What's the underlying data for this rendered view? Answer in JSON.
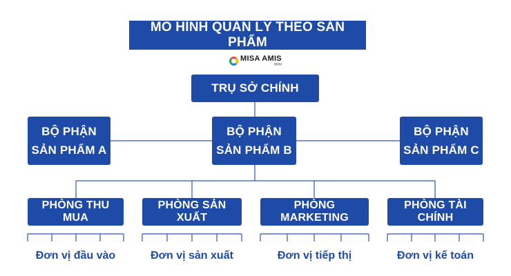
{
  "title": "MÔ HÌNH QUẢN LÝ THEO SẢN PHẨM",
  "logo": {
    "name": "MISA AMIS",
    "sub": "HRM"
  },
  "headquarters": "TRỤ SỞ CHÍNH",
  "departments": [
    {
      "line1": "BỘ PHẬN",
      "line2": "SẢN PHẨM A"
    },
    {
      "line1": "BỘ PHẬN",
      "line2": "SẢN PHẨM B"
    },
    {
      "line1": "BỘ PHẬN",
      "line2": "SẢN PHẨM C"
    }
  ],
  "offices": [
    {
      "label": "PHÒNG THU MUA",
      "unit": "Đơn vị đầu vào"
    },
    {
      "label": "PHÒNG SẢN XUẤT",
      "unit": "Đơn vị sản xuất"
    },
    {
      "label": "PHÒNG MARKETING",
      "unit": "Đơn vị tiếp thị"
    },
    {
      "label": "PHÒNG TÀI CHÍNH",
      "unit": "Đơn vị kế toán"
    }
  ],
  "colors": {
    "primary": "#1e4aa8",
    "line": "#2a55b5"
  }
}
